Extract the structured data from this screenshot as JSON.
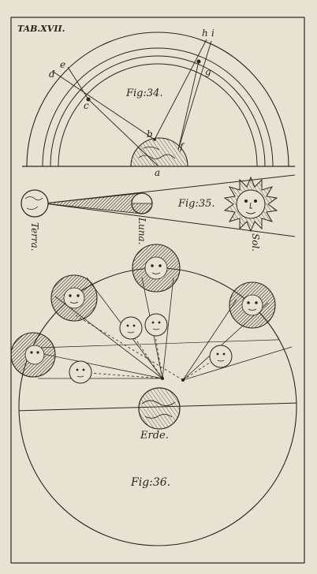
{
  "plate": {
    "tab": "TAB.XVII.",
    "colors": {
      "paper": "#e8e2d2",
      "ink": "#2a241c",
      "shade": "#8a8070"
    }
  },
  "fig34": {
    "title": "Fig:34.",
    "points": {
      "a": "a",
      "b": "b",
      "c": "c",
      "d": "d",
      "e": "e",
      "f": "f",
      "g": "g",
      "h": "h",
      "i": "i"
    }
  },
  "fig35": {
    "title": "Fig:35.",
    "terra": "Terra.",
    "luna": "Luna.",
    "sol": "Sol."
  },
  "fig36": {
    "title": "Fig:36.",
    "erde": "Erde."
  }
}
